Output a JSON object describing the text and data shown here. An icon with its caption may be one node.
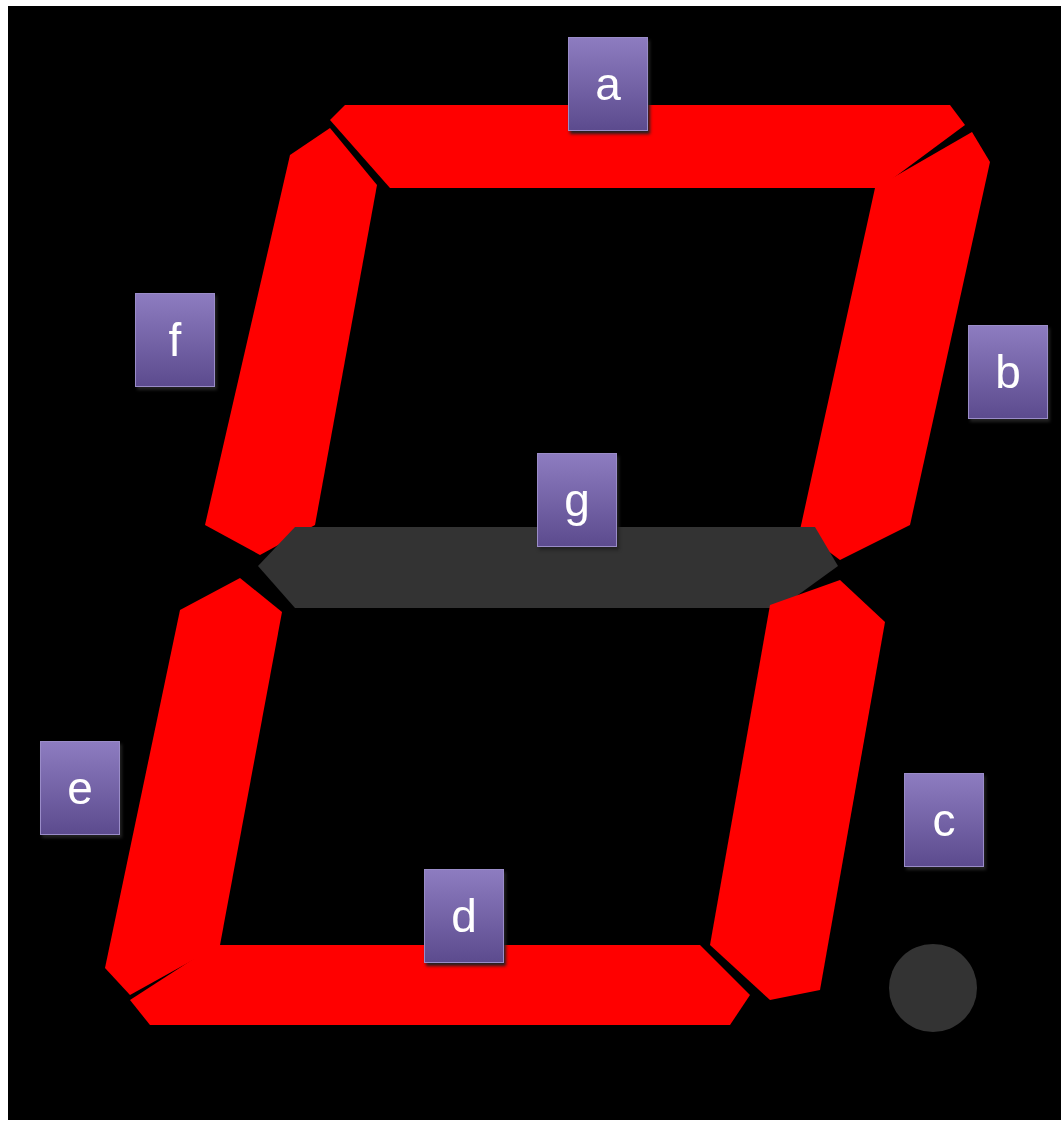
{
  "diagram": {
    "nodes": [
      {
        "text": [
          "a"
        ]
      },
      {
        "text": [
          "f"
        ]
      },
      {
        "text": [
          "b"
        ]
      },
      {
        "text": [
          "g"
        ]
      },
      {
        "text": [
          "e"
        ]
      },
      {
        "text": [
          "c"
        ]
      },
      {
        "text": [
          "d"
        ]
      }
    ]
  }
}
